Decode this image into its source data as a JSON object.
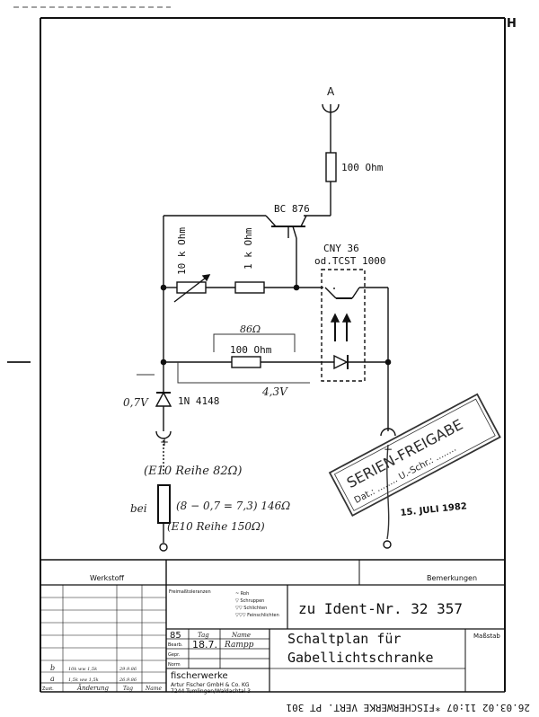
{
  "sheet": {
    "corner_mark": "H",
    "fax_footer": "26.03.02  11:07  *FISCHERWERKE VERT. PT  301"
  },
  "circuit": {
    "terminal_a": "A",
    "r_series": "100 Ohm",
    "transistor": "BC 876",
    "pot": "10 k Ohm",
    "r_1k": "1 k Ohm",
    "optocoupler_line1": "CNY 36",
    "optocoupler_line2": "od.TCST 1000",
    "r_86_note": "86Ω",
    "r_led": "100 Ohm",
    "voltage_43": "4,3V",
    "voltage_07": "0,7V",
    "diode": "1N 4148",
    "plus_sign": "+",
    "minus_sign": "−"
  },
  "notes": {
    "line1": "(E10 Reihe 82Ω)",
    "line2_prefix": "bei",
    "line2": "(8 − 0,7 = 7,3)  146Ω",
    "line3": "(E10 Reihe 150Ω)",
    "date_stamp": "15. JULI 1982"
  },
  "stamp": {
    "title": "SERIEN-FREIGABE",
    "line1": "Dat.: ........  U.-Schr.: ........"
  },
  "title_block": {
    "werkstoff": "Werkstoff",
    "bemerkungen": "Bemerkungen",
    "freimass": "Freimaßtoleranzen",
    "legend": [
      "~  Roh",
      "▽  Schruppen",
      "▽▽  Schlichten",
      "▽▽▽  Feinschlichten"
    ],
    "ident": "zu Ident-Nr. 32 357",
    "massstab": "Maßstab",
    "year": "85",
    "tag": "Tag",
    "name": "Name",
    "bearb": "Bearb.",
    "bearb_date": "18.7.",
    "bearb_name": "Rampp",
    "gepr": "Gepr.",
    "norm": "Norm",
    "title_line1": "Schaltplan für",
    "title_line2": "Gabellichtschranke",
    "company": "fischerwerke",
    "company_line2": "Artur Fischer GmbH & Co. KG",
    "company_line3": "7244 Tumlingen/Waldachtal 3",
    "rev_b": "b",
    "rev_b_text": "10k ww 1,5k",
    "rev_b_date": "29.9.86",
    "rev_a": "a",
    "rev_a_text": "1,5k ww 1,5k",
    "rev_a_date": "26.9.86",
    "zust": "Zust.",
    "aenderung": "Änderung",
    "col_tag": "Tag",
    "col_name": "Name"
  }
}
